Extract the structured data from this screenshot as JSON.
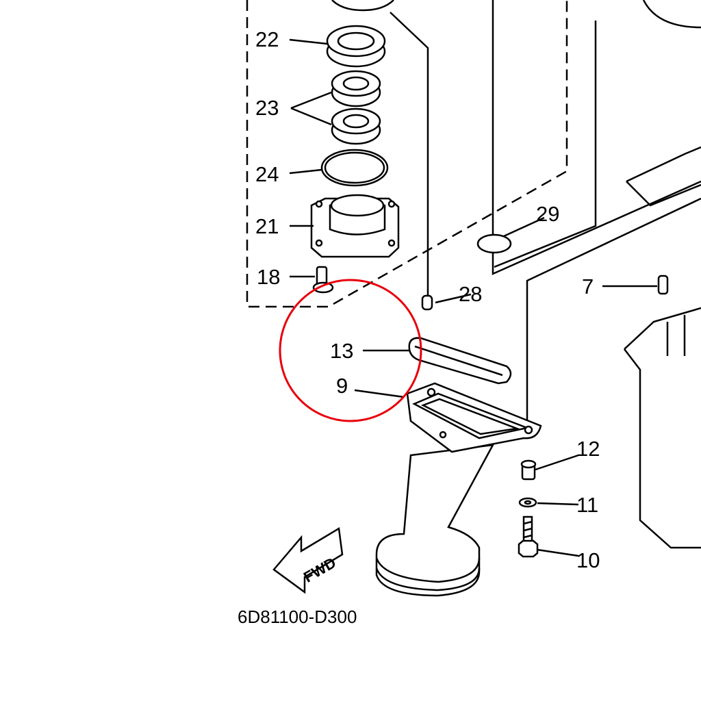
{
  "diagram": {
    "part_labels": [
      "22",
      "23",
      "24",
      "21",
      "18",
      "28",
      "29",
      "7",
      "13",
      "9",
      "12",
      "11",
      "10"
    ],
    "fwd_label": "FWD",
    "drawing_code": "6D81100-D300",
    "highlight_color": "#e8000b"
  }
}
